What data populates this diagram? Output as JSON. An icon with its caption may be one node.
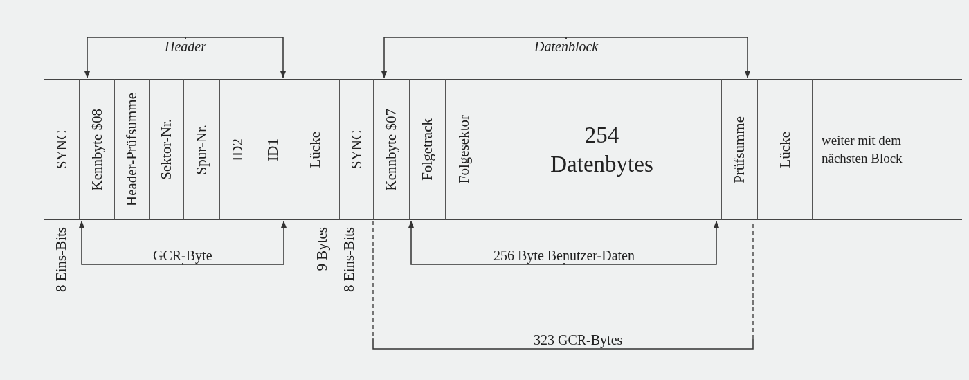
{
  "diagram": {
    "nodes": [
      {
        "text": [
          "SYNC"
        ],
        "beside": [
          "8 Eins-Bits"
        ]
      },
      {
        "text": [
          "Kennbyte $08"
        ]
      },
      {
        "text": [
          "Header-Prüfsumme"
        ]
      },
      {
        "text": [
          "Sektor-Nr."
        ]
      },
      {
        "text": [
          "Spur-Nr."
        ]
      },
      {
        "text": [
          "ID2"
        ]
      },
      {
        "text": [
          "ID1"
        ]
      },
      {
        "text": [
          "Lücke"
        ],
        "beside": [
          "9 Bytes"
        ]
      },
      {
        "text": [
          "SYNC"
        ],
        "beside": [
          "8 Eins-Bits"
        ]
      },
      {
        "text": [
          "Kennbyte $07"
        ]
      },
      {
        "text": [
          "Folgetrack"
        ]
      },
      {
        "text": [
          "Folgesektor"
        ]
      },
      {
        "text": [
          "254 Datenbytes"
        ]
      },
      {
        "text": [
          "Prüfsumme"
        ]
      },
      {
        "text": [
          "Lücke"
        ]
      },
      {
        "text": [
          "weiter mit dem nächsten Block"
        ]
      },
      {
        "text": [
          "Header"
        ]
      },
      {
        "text": [
          "Datenblock"
        ]
      },
      {
        "text": [
          "GCR-Byte"
        ]
      },
      {
        "text": [
          "256 Byte Benutzer-Daten"
        ]
      }
    ],
    "edges": [
      {
        "from": 16,
        "to": 1,
        "arrow": "to"
      },
      {
        "from": 16,
        "to": 6,
        "arrow": "to"
      },
      {
        "from": 17,
        "to": 9,
        "arrow": "to"
      },
      {
        "from": 17,
        "to": 13,
        "arrow": "to"
      },
      {
        "from": 18,
        "to": 1,
        "arrow": "to"
      },
      {
        "from": 18,
        "to": 6,
        "arrow": "to"
      },
      {
        "from": 19,
        "to": 10,
        "arrow": "to"
      },
      {
        "from": 19,
        "to": 12,
        "arrow": "to"
      }
    ],
    "labels": [
      "323 GCR-Bytes"
    ]
  }
}
